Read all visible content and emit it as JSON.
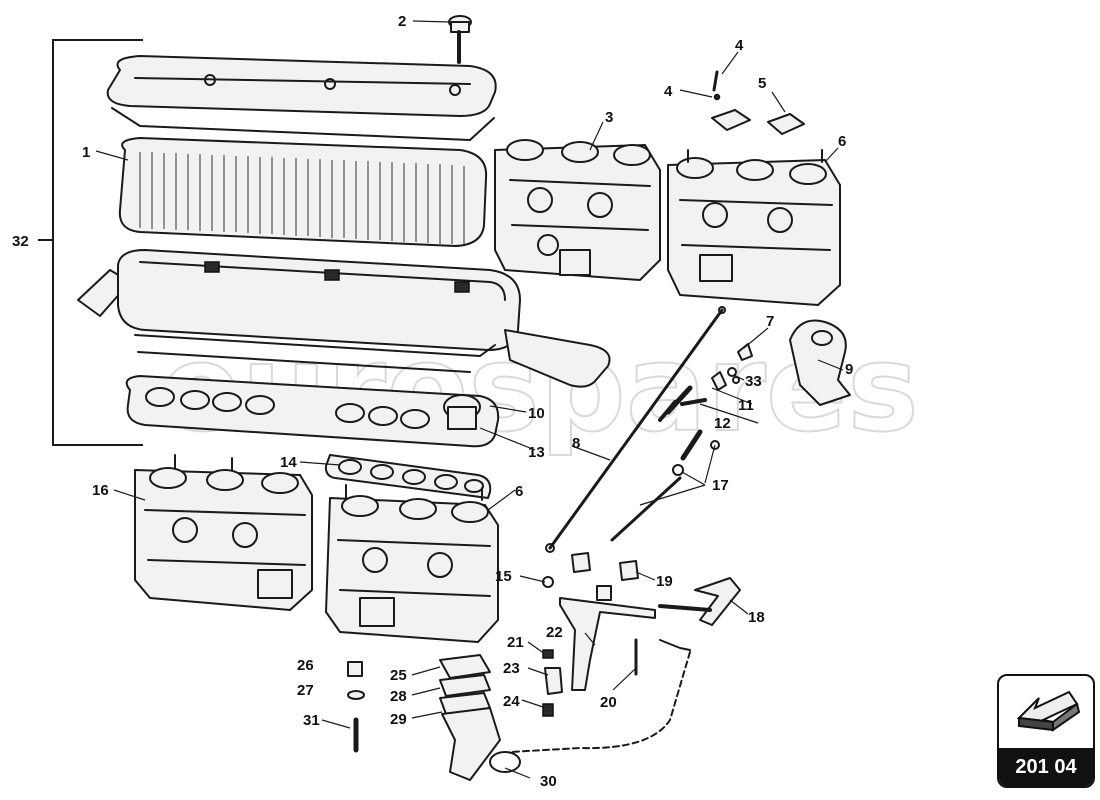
{
  "watermark": "eurospares",
  "callouts": [
    {
      "id": "c1",
      "label": "1"
    },
    {
      "id": "c2",
      "label": "2"
    },
    {
      "id": "c3",
      "label": "3"
    },
    {
      "id": "c4a",
      "label": "4"
    },
    {
      "id": "c4b",
      "label": "4"
    },
    {
      "id": "c5",
      "label": "5"
    },
    {
      "id": "c6a",
      "label": "6"
    },
    {
      "id": "c6b",
      "label": "6"
    },
    {
      "id": "c7",
      "label": "7"
    },
    {
      "id": "c8",
      "label": "8"
    },
    {
      "id": "c9",
      "label": "9"
    },
    {
      "id": "c10",
      "label": "10"
    },
    {
      "id": "c11",
      "label": "11"
    },
    {
      "id": "c12",
      "label": "12"
    },
    {
      "id": "c13",
      "label": "13"
    },
    {
      "id": "c14",
      "label": "14"
    },
    {
      "id": "c15",
      "label": "15"
    },
    {
      "id": "c16",
      "label": "16"
    },
    {
      "id": "c17",
      "label": "17"
    },
    {
      "id": "c18",
      "label": "18"
    },
    {
      "id": "c19",
      "label": "19"
    },
    {
      "id": "c20",
      "label": "20"
    },
    {
      "id": "c21",
      "label": "21"
    },
    {
      "id": "c22",
      "label": "22"
    },
    {
      "id": "c23",
      "label": "23"
    },
    {
      "id": "c24",
      "label": "24"
    },
    {
      "id": "c25",
      "label": "25"
    },
    {
      "id": "c26",
      "label": "26"
    },
    {
      "id": "c27",
      "label": "27"
    },
    {
      "id": "c28",
      "label": "28"
    },
    {
      "id": "c29",
      "label": "29"
    },
    {
      "id": "c30",
      "label": "30"
    },
    {
      "id": "c31",
      "label": "31"
    },
    {
      "id": "c32",
      "label": "32"
    },
    {
      "id": "c33",
      "label": "33"
    }
  ],
  "reference": {
    "code": "201 04",
    "icon": "arrow-pointer-icon"
  }
}
